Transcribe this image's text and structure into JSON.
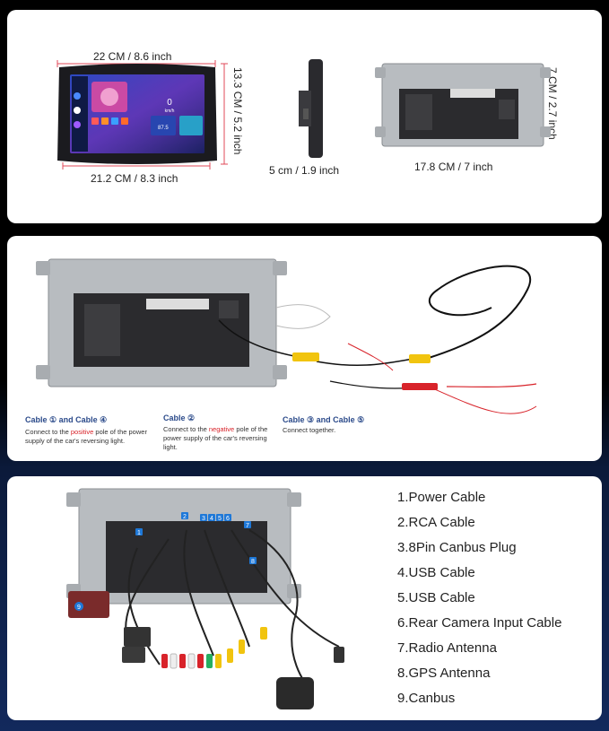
{
  "panel1": {
    "screen_width": "22 CM / 8.6 inch",
    "screen_height": "13.3 CM / 5.2 inch",
    "screen_bottom_width": "21.2 CM / 8.3 inch",
    "depth": "5 cm / 1.9 inch",
    "frame_width": "17.8 CM / 7 inch",
    "frame_height": "7 CM / 2.7 inch",
    "screen_speed": "0",
    "screen_speed_unit": "km/h",
    "screen_radio_freq": "87.5",
    "dimension_line_color": "#e24a5a"
  },
  "panel2": {
    "cable1_title": "Cable ① and Cable ④",
    "cable1_desc_a": "Connect to the ",
    "cable1_desc_hl": "positive",
    "cable1_desc_b": " pole of the power supply of the car's reversing light.",
    "cable2_title": "Cable ②",
    "cable2_desc_a": "Connect to the ",
    "cable2_desc_hl": "negative",
    "cable2_desc_b": " pole of the power supply of the car's reversing light.",
    "cable3_title": "Cable ③ and Cable ⑤",
    "cable3_desc": "Connect together."
  },
  "panel3": {
    "markers": [
      "1",
      "2",
      "3",
      "4",
      "5",
      "6",
      "7",
      "8",
      "9"
    ],
    "legend": [
      "1.Power Cable",
      "2.RCA Cable",
      "3.8Pin Canbus Plug",
      "4.USB Cable",
      "5.USB Cable",
      "6.Rear Camera Input Cable",
      "7.Radio Antenna",
      "8.GPS Antenna",
      "9.Canbus"
    ],
    "marker_color": "#1e78d8"
  }
}
